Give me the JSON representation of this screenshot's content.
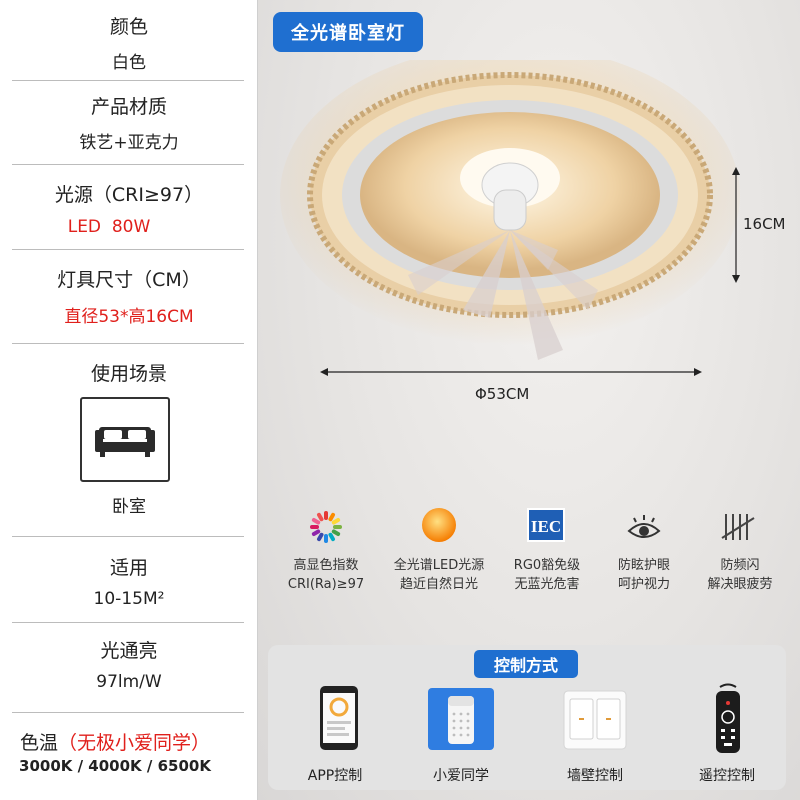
{
  "specs": {
    "color_label": "颜色",
    "color_value": "白色",
    "material_label": "产品材质",
    "material_value": "铁艺+亚克力",
    "light_source_label": "光源（CRI≥97）",
    "light_source_value": "LED  80W",
    "size_label": "灯具尺寸（CM）",
    "size_value": "直径53*高16CM",
    "scene_label": "使用场景",
    "scene_icon": "sofa-icon",
    "scene_value": "卧室",
    "area_label": "适用",
    "area_value": "10-15M²",
    "efficacy_label": "光通亮",
    "efficacy_value": "97lm/W",
    "cct_label": "色温",
    "cct_note": "（无极小爱同学）",
    "cct_value": "3000K / 4000K / 6500K"
  },
  "product": {
    "title": "全光谱卧室灯",
    "height": "16CM",
    "diameter": "Φ53CM"
  },
  "features": [
    {
      "icon": "color-wheel-icon",
      "line1": "高显色指数",
      "line2": "CRI(Ra)≥97"
    },
    {
      "icon": "sun-icon",
      "line1": "全光谱LED光源",
      "line2": "趋近自然日光"
    },
    {
      "icon": "iec-logo-icon",
      "line1": "RG0豁免级",
      "line2": "无蓝光危害"
    },
    {
      "icon": "eye-icon",
      "line1": "防眩护眼",
      "line2": "呵护视力"
    },
    {
      "icon": "anti-flicker-icon",
      "line1": "防频闪",
      "line2": "解决眼疲劳"
    }
  ],
  "control": {
    "title": "控制方式",
    "items": [
      {
        "icon": "smartphone-icon",
        "label": "APP控制"
      },
      {
        "icon": "smart-speaker-icon",
        "label": "小爱同学"
      },
      {
        "icon": "wall-switch-icon",
        "label": "墙壁控制"
      },
      {
        "icon": "remote-control-icon",
        "label": "遥控控制"
      }
    ]
  },
  "colors": {
    "accent_blue": "#1f6fd0",
    "highlight_red": "#e0201c"
  }
}
